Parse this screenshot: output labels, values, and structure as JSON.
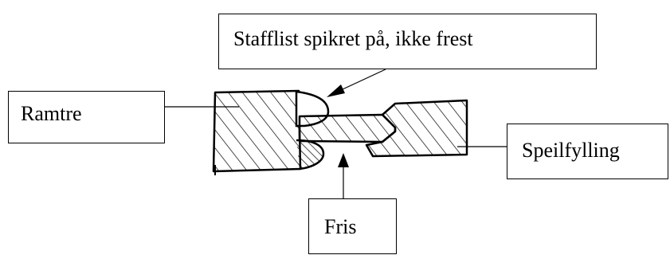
{
  "labels": {
    "top": "Stafflist spikret på, ikke frest",
    "left": "Ramtre",
    "right": "Speilfylling",
    "bottom": "Fris"
  }
}
